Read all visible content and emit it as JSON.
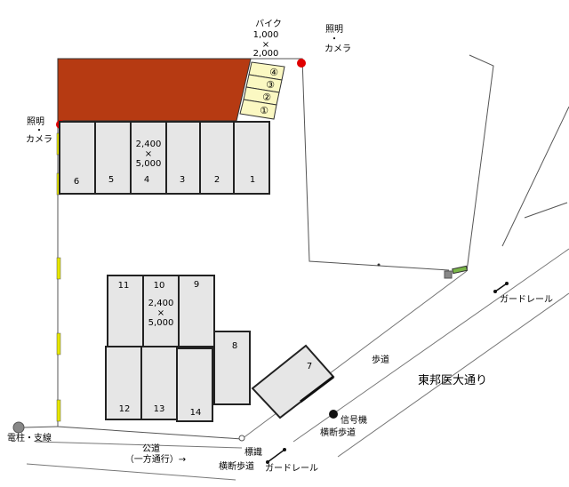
{
  "bike": {
    "title": "バイク",
    "size_w": "1,000",
    "times": "×",
    "size_h": "2,000",
    "slots": [
      "④",
      "③",
      "②",
      "①"
    ]
  },
  "light_camera": {
    "top_line1": "照明",
    "top_line2": "・",
    "top_line3": "カメラ",
    "left_line1": "照明",
    "left_line2": "・",
    "left_line3": "カメラ"
  },
  "parking": {
    "top_row": [
      "6",
      "5",
      "4",
      "3",
      "2",
      "1"
    ],
    "size_w": "2,400",
    "times": "×",
    "size_h": "5,000",
    "mid_row": [
      "11",
      "10",
      "9"
    ],
    "bottom_row": [
      "12",
      "13",
      "14"
    ],
    "side_spaces": [
      "8",
      "7"
    ]
  },
  "labels": {
    "guardrail_top": "ガードレール",
    "sidewalk": "歩道",
    "main_road": "東邦医大通り",
    "signal_line1": "信号機",
    "signal_line2": "横断歩道",
    "public_road_line1": "公道",
    "public_road_line2": "（一方通行）→",
    "pole": "電柱・支線",
    "sign_line1": "標識",
    "sign_line2": "横断歩道",
    "guardrail_bottom": "ガードレール"
  },
  "colors": {
    "dirt_area": "#b63a12",
    "bike_slot": "#fbf8c2",
    "space_fill": "#e6e6e6",
    "camera_dot": "#e00000",
    "hedge": "#e6e600"
  }
}
